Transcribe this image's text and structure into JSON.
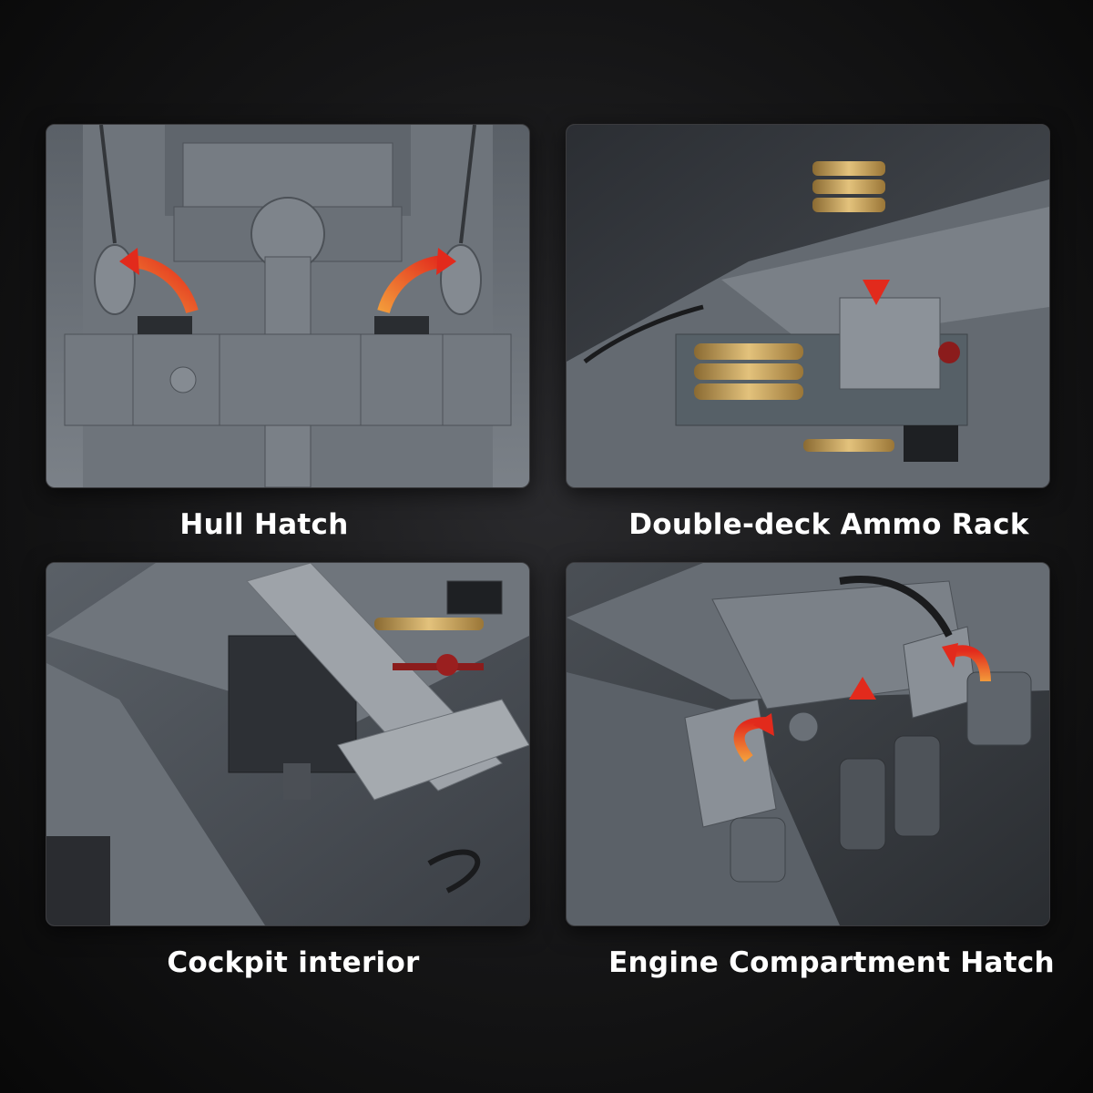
{
  "panels": [
    {
      "caption": "Hull Hatch",
      "image": "hull-hatch-photo"
    },
    {
      "caption": "Double-deck Ammo Rack",
      "image": "ammo-rack-photo"
    },
    {
      "caption": "Cockpit interior",
      "image": "cockpit-interior-photo"
    },
    {
      "caption": "Engine Compartment Hatch",
      "image": "engine-hatch-photo"
    }
  ],
  "colors": {
    "background": "#0d0d0e",
    "armor_grey": "#6b7178",
    "armor_dark": "#3c4046",
    "arrow_red": "#e8321e",
    "arrow_orange": "#f08a2a",
    "shell_brass": "#c9a25a",
    "caption_text": "#ffffff"
  }
}
